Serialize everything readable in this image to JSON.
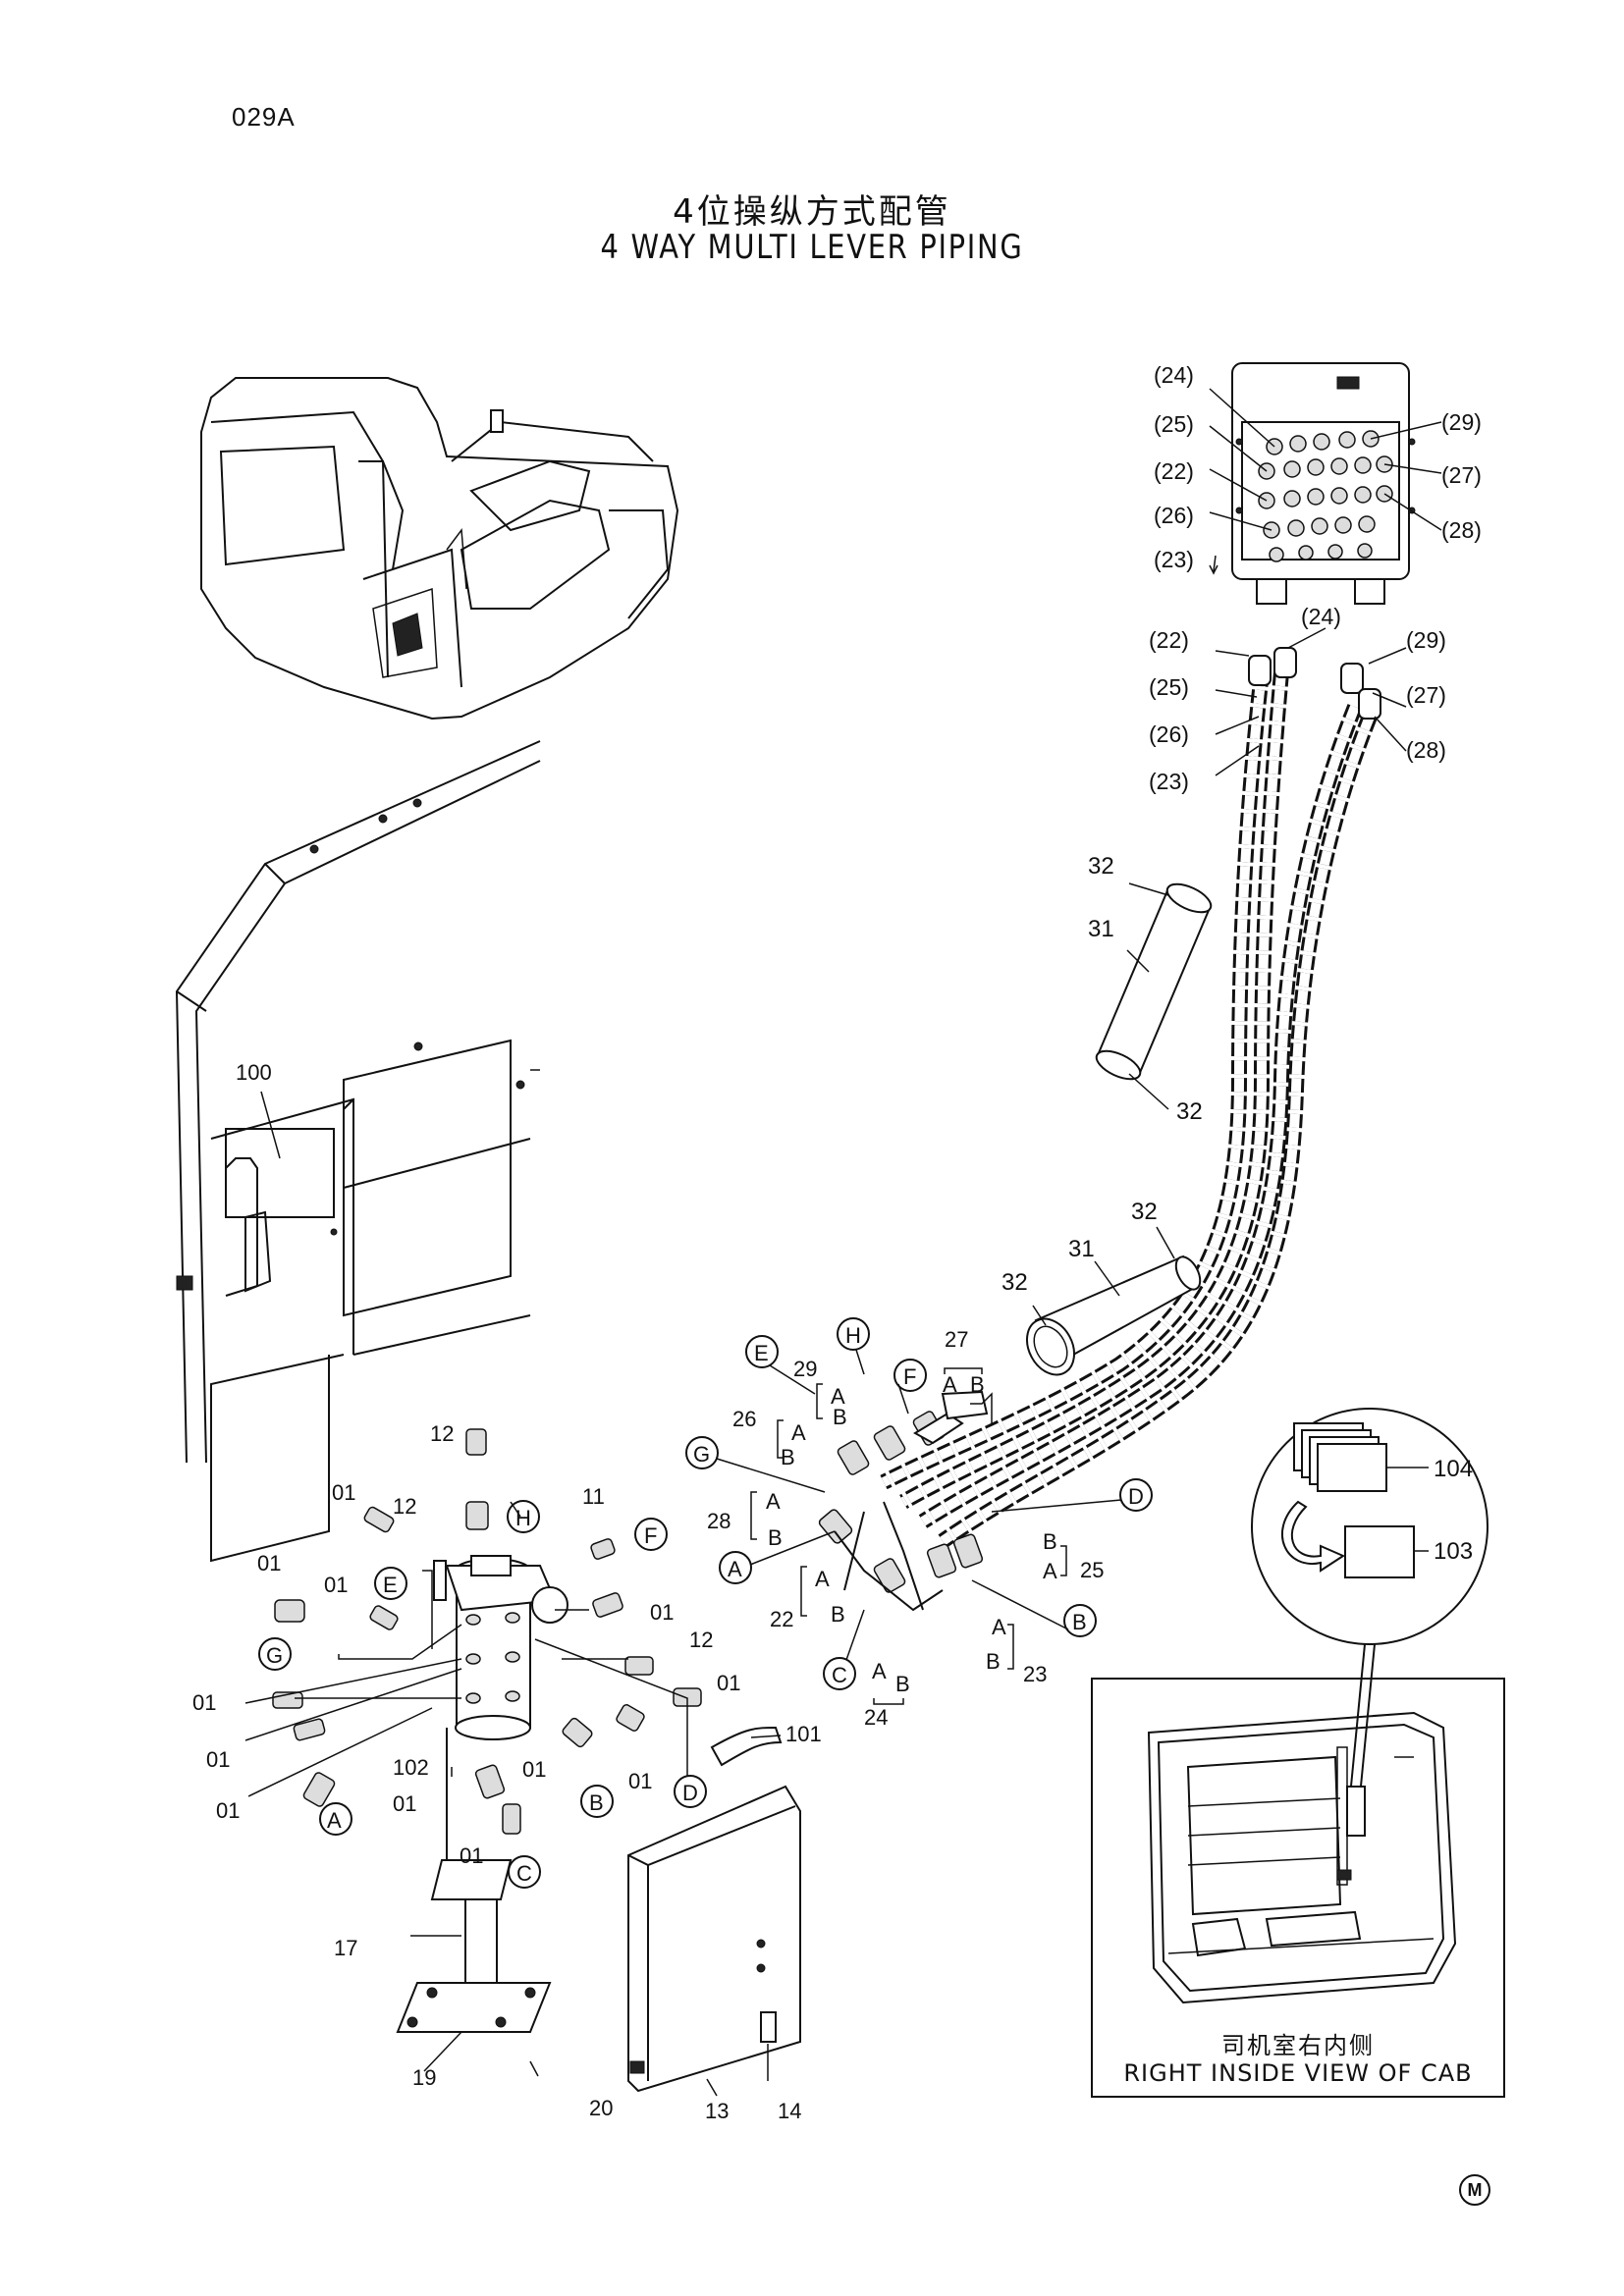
{
  "page_code": "029A",
  "title_cn": "4位操纵方式配管",
  "title_en": "4 WAY MULTI LEVER PIPING",
  "inset_caption_cn": "司机室右内侧",
  "inset_caption_en": "RIGHT INSIDE VIEW OF CAB",
  "corner_mark": "M",
  "valve_labels": [
    "(24)",
    "(25)",
    "(22)",
    "(26)",
    "(23)",
    "(29)",
    "(27)",
    "(28)"
  ],
  "hose_labels": [
    "(22)",
    "(25)",
    "(26)",
    "(23)",
    "(24)",
    "(29)",
    "(27)",
    "(28)"
  ],
  "part_numbers": {
    "p01": "01",
    "p11": "11",
    "p12": "12",
    "p13": "13",
    "p14": "14",
    "p17": "17",
    "p19": "19",
    "p20": "20",
    "p22": "22",
    "p23": "23",
    "p24": "24",
    "p25": "25",
    "p26": "26",
    "p27": "27",
    "p28": "28",
    "p29": "29",
    "p31": "31",
    "p32": "32",
    "p100": "100",
    "p101": "101",
    "p102": "102",
    "p103": "103",
    "p104": "104"
  },
  "port_letters": {
    "a": "A",
    "b": "B",
    "c": "C",
    "d": "D",
    "e": "E",
    "f": "F",
    "g": "G",
    "h": "H"
  }
}
